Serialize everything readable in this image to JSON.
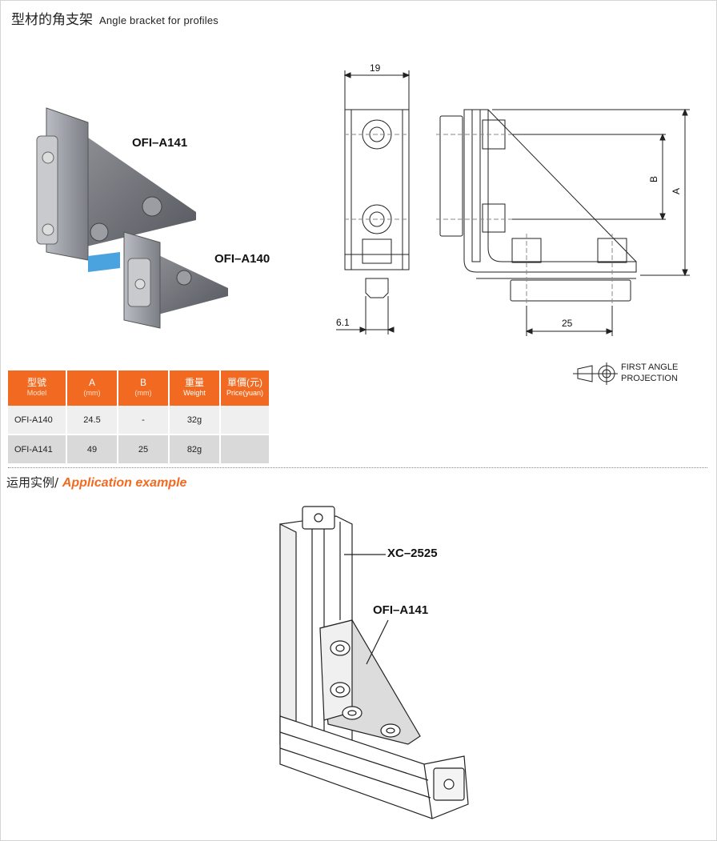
{
  "header": {
    "title_zh": "型材的角支架",
    "title_en": "Angle bracket for profiles"
  },
  "photo": {
    "label_a141": "OFI–A141",
    "label_a140": "OFI–A140"
  },
  "drawing": {
    "dim_19": "19",
    "dim_6_1": "6.1",
    "dim_25": "25",
    "dim_a": "A",
    "dim_b": "B",
    "projection_line1": "FIRST ANGLE",
    "projection_line2": "PROJECTION"
  },
  "table": {
    "headers": [
      {
        "zh": "型號",
        "en": "Model"
      },
      {
        "zh": "A",
        "en": "(mm)"
      },
      {
        "zh": "B",
        "en": "(mm)"
      },
      {
        "zh": "重量",
        "en": "Weight"
      },
      {
        "zh": "單價(元)",
        "en": "Price(yuan)"
      }
    ],
    "rows": [
      [
        "OFI-A140",
        "24.5",
        "-",
        "32g",
        ""
      ],
      [
        "OFI-A141",
        "49",
        "25",
        "82g",
        ""
      ]
    ]
  },
  "application": {
    "title_zh": "运用实例/ ",
    "title_en": "Application example",
    "label_profile": "XC–2525",
    "label_bracket": "OFI–A141"
  },
  "colors": {
    "accent": "#f26a21",
    "row_light": "#efefef",
    "row_dark": "#d9d9d9"
  }
}
